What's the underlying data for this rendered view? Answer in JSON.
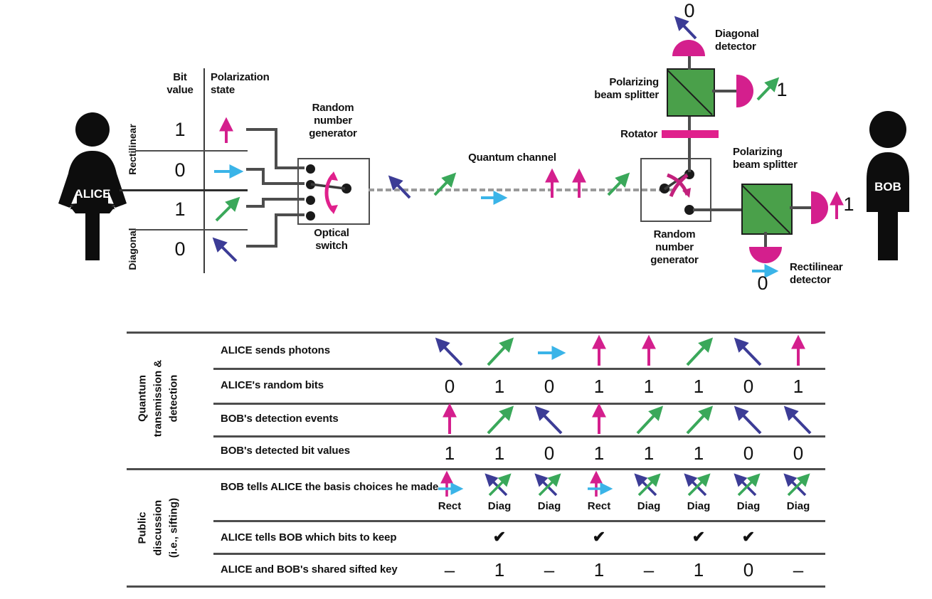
{
  "diagram": {
    "title_present": false,
    "actors": {
      "alice": "ALICE",
      "bob": "BOB"
    },
    "alice_panel": {
      "col_header_bit": "Bit\nvalue",
      "col_header_bit_line1": "Bit",
      "col_header_bit_line2": "value",
      "col_header_pol_line1": "Polarization",
      "col_header_pol_line2": "state",
      "basis_rectilinear": "Rectilinear",
      "basis_diagonal": "Diagonal",
      "rows": [
        {
          "bit": "1",
          "arrow": "arrow-up-magenta",
          "basis": "Rectilinear"
        },
        {
          "bit": "0",
          "arrow": "arrow-right-cyan",
          "basis": "Rectilinear"
        },
        {
          "bit": "1",
          "arrow": "arrow-diag-up-right-green",
          "basis": "Diagonal"
        },
        {
          "bit": "0",
          "arrow": "arrow-diag-up-left-blue",
          "basis": "Diagonal"
        }
      ],
      "rng_label_line1": "Random",
      "rng_label_line2": "number",
      "rng_label_line3": "generator",
      "switch_label_line1": "Optical",
      "switch_label_line2": "switch"
    },
    "channel": {
      "label": "Quantum channel",
      "photons": [
        "arrow-diag-up-left-blue",
        "arrow-diag-up-right-green",
        "arrow-right-cyan",
        "arrow-up-magenta",
        "arrow-up-magenta",
        "arrow-diag-up-right-green"
      ]
    },
    "bob_panel": {
      "rng_label_line1": "Random",
      "rng_label_line2": "number",
      "rng_label_line3": "generator",
      "rotator_label": "Rotator",
      "pbs_top_line1": "Polarizing",
      "pbs_top_line2": "beam splitter",
      "pbs_bottom_line1": "Polarizing",
      "pbs_bottom_line2": "beam splitter",
      "diag_detector_line1": "Diagonal",
      "diag_detector_line2": "detector",
      "rect_detector_line1": "Rectilinear",
      "rect_detector_line2": "detector",
      "readouts": {
        "diag_top_bit": "0",
        "diag_top_arrow": "arrow-diag-up-left-blue",
        "diag_side_bit": "1",
        "diag_side_arrow": "arrow-diag-up-right-green",
        "rect_side_bit": "1",
        "rect_side_arrow": "arrow-up-magenta",
        "rect_bottom_bit": "0",
        "rect_bottom_arrow": "arrow-right-cyan"
      }
    }
  },
  "table": {
    "group_quantum": {
      "line1": "Quantum",
      "line2": "transmission &",
      "line3": "detection"
    },
    "group_public": {
      "line1": "Public",
      "line2": "discussion",
      "line3": "(i.e., sifting)"
    },
    "rows": [
      {
        "label": "ALICE sends photons",
        "kind": "arrows",
        "values": [
          "arrow-diag-up-left-blue",
          "arrow-diag-up-right-green",
          "arrow-right-cyan",
          "arrow-up-magenta",
          "arrow-up-magenta",
          "arrow-diag-up-right-green",
          "arrow-diag-up-left-blue",
          "arrow-up-magenta"
        ]
      },
      {
        "label": "ALICE's random bits",
        "kind": "text",
        "values": [
          "0",
          "1",
          "0",
          "1",
          "1",
          "1",
          "0",
          "1"
        ]
      },
      {
        "label": "BOB's detection events",
        "kind": "arrows",
        "values": [
          "arrow-up-magenta",
          "arrow-diag-up-right-green",
          "arrow-diag-up-left-blue",
          "arrow-up-magenta",
          "arrow-diag-up-right-green",
          "arrow-diag-up-right-green",
          "arrow-diag-up-left-blue",
          "arrow-diag-up-left-blue"
        ]
      },
      {
        "label": "BOB's detected bit values",
        "kind": "text",
        "values": [
          "1",
          "1",
          "0",
          "1",
          "1",
          "1",
          "0",
          "0"
        ]
      },
      {
        "label": "BOB tells ALICE the basis choices he made",
        "kind": "basis",
        "values": [
          "Rect",
          "Diag",
          "Diag",
          "Rect",
          "Diag",
          "Diag",
          "Diag",
          "Diag"
        ]
      },
      {
        "label": "ALICE tells BOB which bits to keep",
        "kind": "check",
        "values": [
          "",
          "✔",
          "",
          "✔",
          "",
          "✔",
          "✔",
          ""
        ]
      },
      {
        "label": "ALICE and BOB's shared sifted key",
        "kind": "text",
        "values": [
          "–",
          "1",
          "–",
          "1",
          "–",
          "1",
          "0",
          "–"
        ]
      }
    ]
  },
  "colors": {
    "magenta": "#d41f8d",
    "cyan": "#3ab4e8",
    "green": "#3aa85a",
    "blue": "#3c3c96",
    "pbs_green": "#4aa04a",
    "rule": "#4d4d4d",
    "rotator": "#e0208c",
    "figure": "#0d0d0d"
  }
}
